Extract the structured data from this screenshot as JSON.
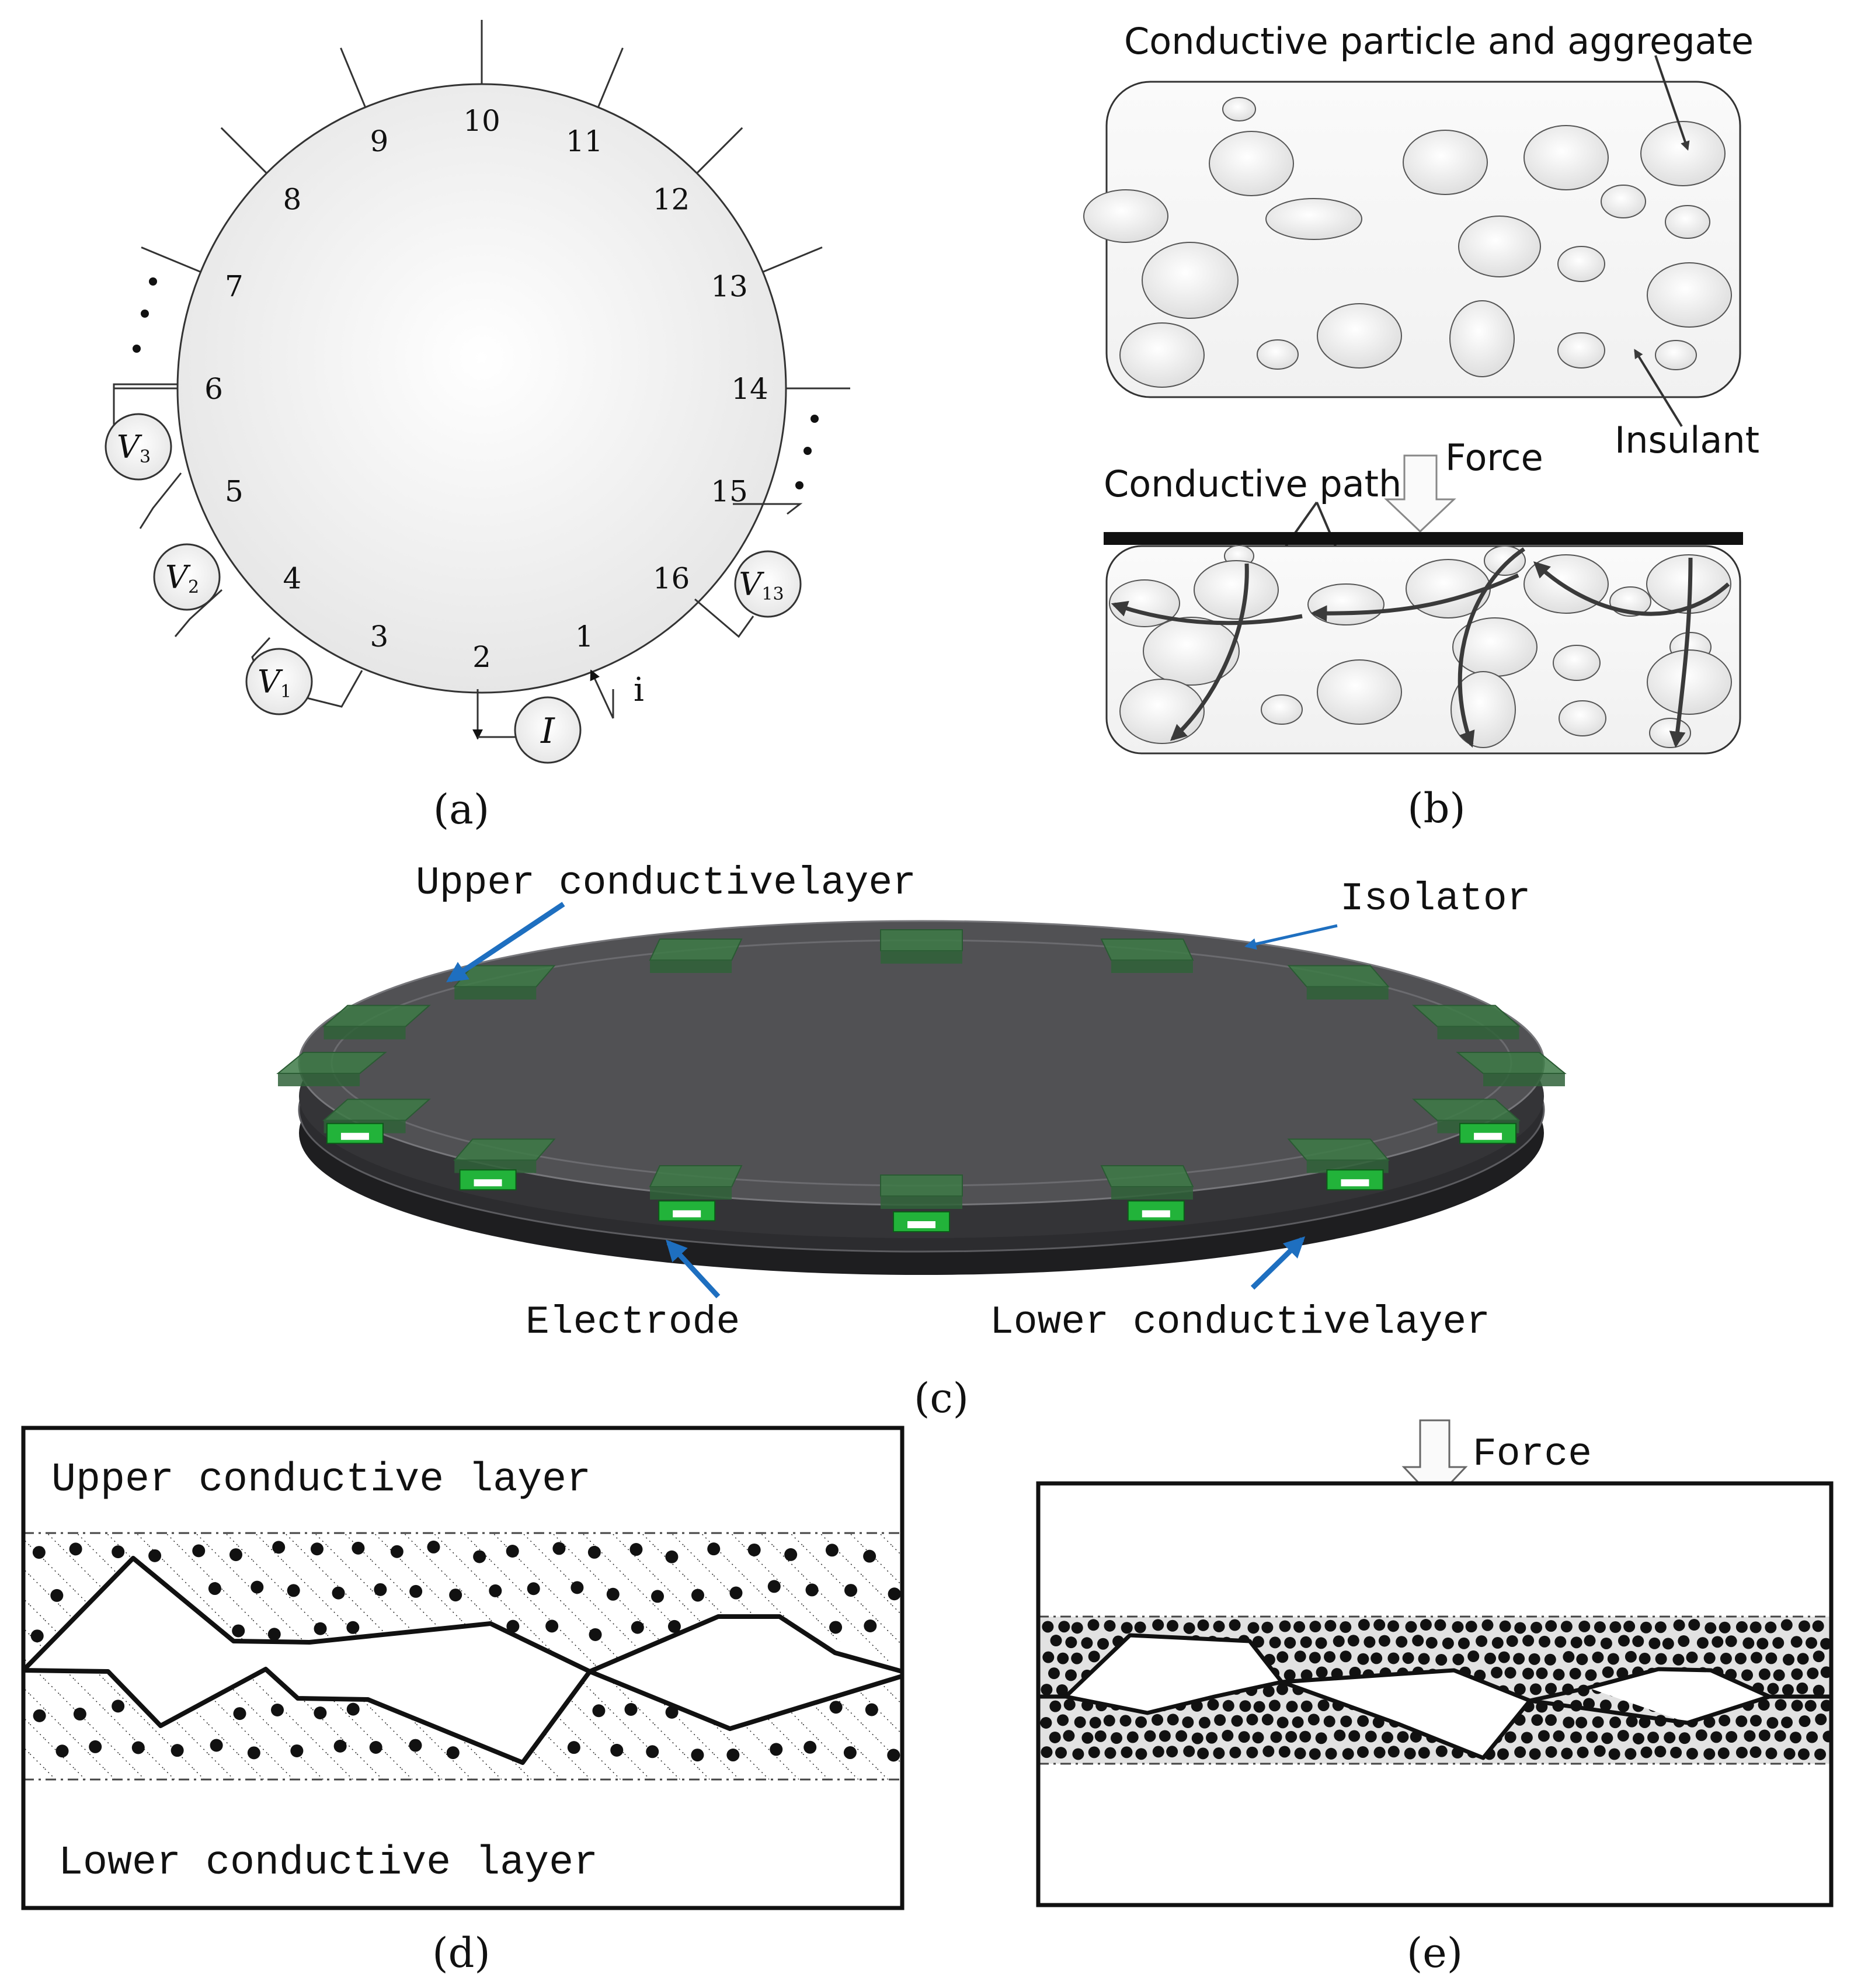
{
  "panel_a": {
    "caption": "(a)",
    "electrode_numbers": [
      "1",
      "2",
      "3",
      "4",
      "5",
      "6",
      "7",
      "8",
      "9",
      "10",
      "11",
      "12",
      "13",
      "14",
      "15",
      "16"
    ],
    "voltmeters": [
      {
        "letter": "V",
        "sub": "1"
      },
      {
        "letter": "V",
        "sub": "2"
      },
      {
        "letter": "V",
        "sub": "3"
      },
      {
        "letter": "V",
        "sub": "13"
      }
    ],
    "current_source": "I",
    "current_label": "i"
  },
  "panel_b": {
    "caption": "(b)",
    "particle_label": "Conductive particle and aggregate",
    "insulant_label": "Insulant",
    "force_label": "Force",
    "path_label": "Conductive path"
  },
  "panel_c": {
    "caption": "(c)",
    "upper_label": "Upper conductivelayer",
    "isolator_label": "Isolator",
    "electrode_label": "Electrode",
    "lower_label": "Lower conductivelayer"
  },
  "panel_d": {
    "caption": "(d)",
    "upper_label": "Upper conductive layer",
    "lower_label": "Lower conductive layer"
  },
  "panel_e": {
    "caption": "(e)",
    "force_label": "Force"
  },
  "colors": {
    "isolator_green": "#3d7a47",
    "electrode_green": "#22b33a",
    "arrow_blue": "#1e6fc0",
    "disk_top": "#515154",
    "disk_side": "#1e1e20"
  }
}
